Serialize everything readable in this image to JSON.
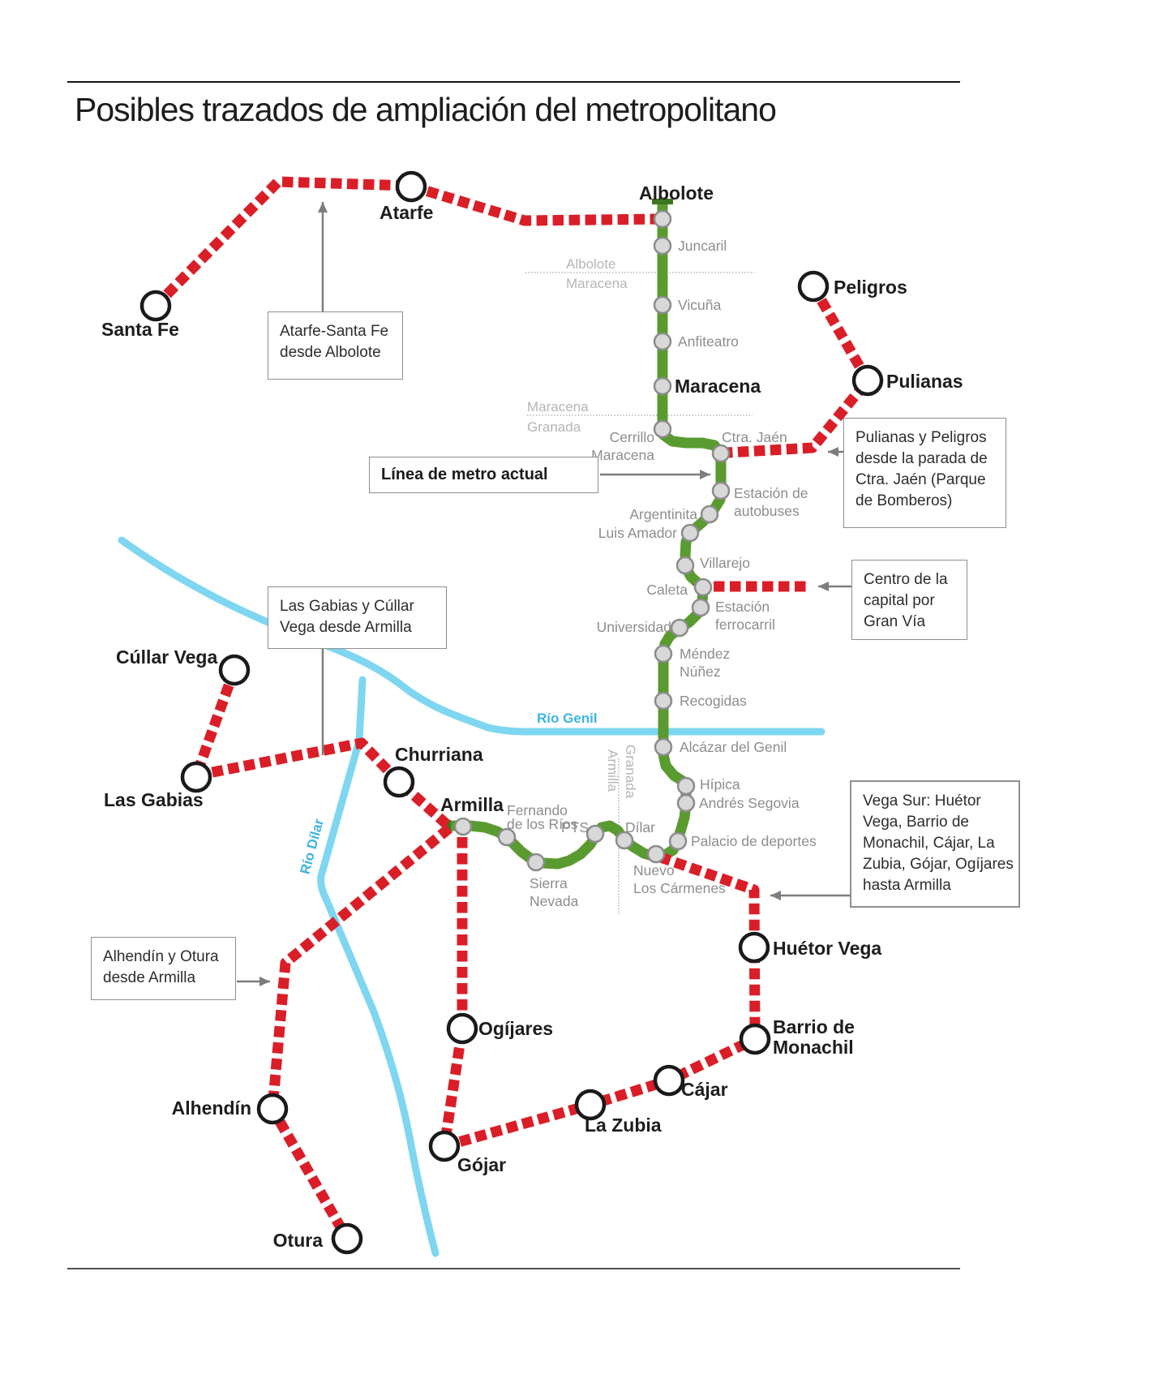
{
  "title": "Posibles trazados de ampliación del metropolitano",
  "current_line_box": "Línea de metro actual",
  "colors": {
    "metro_green": "#5a9b30",
    "metro_cap_green": "#3c761e",
    "extension_red": "#da1e28",
    "river_blue": "#7fd6f0",
    "river_label_blue": "#3eb3e3",
    "minor_label_gray": "#8d8d8d",
    "boundary_gray": "#b5b5b5",
    "town_black": "#1d1d1b"
  },
  "rivers": {
    "genil": "Río Genil",
    "dilar": "Río Dílar"
  },
  "boundaries": {
    "albolote_maracena": {
      "top": "Albolote",
      "bottom": "Maracena"
    },
    "maracena_granada": {
      "top": "Maracena",
      "bottom": "Granada"
    },
    "granada_armilla": {
      "left": "Armilla",
      "right": "Granada"
    }
  },
  "stations": {
    "juncaril": "Juncaril",
    "vicuna": "Vicuña",
    "anfiteatro": "Anfiteatro",
    "maracena": "Maracena",
    "cerrillo": [
      "Cerrillo",
      "Maracena"
    ],
    "ctrajaen": "Ctra. Jaén",
    "autobuses": [
      "Estación de",
      "autobuses"
    ],
    "argentinita": "Argentinita",
    "luisamador": "Luis Amador",
    "villarejo": "Villarejo",
    "caleta": "Caleta",
    "ferrocarril": [
      "Estación",
      "ferrocarril"
    ],
    "universidad": "Universidad",
    "mendez": [
      "Méndez",
      "Núñez"
    ],
    "recogidas": "Recogidas",
    "alcazar": "Alcázar del Genil",
    "hipica": "Hípica",
    "segovia": "Andrés Segovia",
    "palacio": "Palacio de deportes",
    "nuevo": [
      "Nuevo",
      "Los Cármenes"
    ],
    "sierra": [
      "Sierra",
      "Nevada"
    ],
    "fernando": [
      "Fernando",
      "de los Ríos"
    ],
    "pts": "PTS",
    "dilar": "Dílar"
  },
  "towns": {
    "albolote": "Albolote",
    "santafe": "Santa Fe",
    "atarfe": "Atarfe",
    "peligros": "Peligros",
    "pulianas": "Pulianas",
    "maracena": "Maracena",
    "cullarvega": "Cúllar Vega",
    "lasgabias": "Las Gabias",
    "churriana": "Churriana",
    "armilla": "Armilla",
    "huetorvega": "Huétor Vega",
    "barrio": [
      "Barrio de",
      "Monachil"
    ],
    "cajar": "Cájar",
    "lazubia": "La Zubia",
    "ogijares": "Ogíjares",
    "gojar": "Gójar",
    "alhendin": "Alhendín",
    "otura": "Otura"
  },
  "annotations": {
    "atarfe": [
      "Atarfe-Santa Fe",
      "desde Albolote"
    ],
    "pulianas": [
      "Pulianas y Peligros",
      "desde la parada de",
      "Ctra. Jaén (Parque",
      "de Bomberos)"
    ],
    "granvia": [
      "Centro de la",
      "capital por",
      "Gran Vía"
    ],
    "lasgabias": [
      "Las Gabias y Cúllar",
      "Vega desde Armilla"
    ],
    "alhendin": [
      "Alhendín y Otura",
      "desde Armilla"
    ],
    "vegasur": [
      "Vega Sur: Huétor",
      "Vega, Barrio de",
      "Monachil, Cájar, La",
      "Zubia, Gójar, Ogíjares",
      "hasta Armilla"
    ]
  }
}
